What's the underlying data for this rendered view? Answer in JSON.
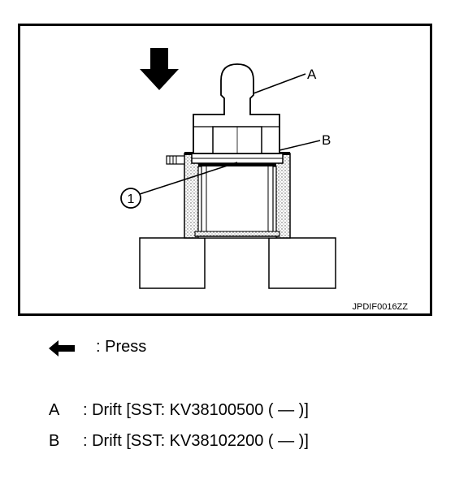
{
  "figure": {
    "callouts": {
      "a": "A",
      "b": "B",
      "one": "1"
    },
    "figure_code": "JPDIF0016ZZ"
  },
  "legend": {
    "press": {
      "label": ": Press"
    },
    "a": {
      "key": "A",
      "text": ": Drift [SST: KV38100500 (     —     )]"
    },
    "b": {
      "key": "B",
      "text": ": Drift [SST: KV38102200 (     —     )]"
    }
  },
  "colors": {
    "ink": "#000000",
    "paper": "#ffffff",
    "stipple": "#7a7a7a"
  }
}
